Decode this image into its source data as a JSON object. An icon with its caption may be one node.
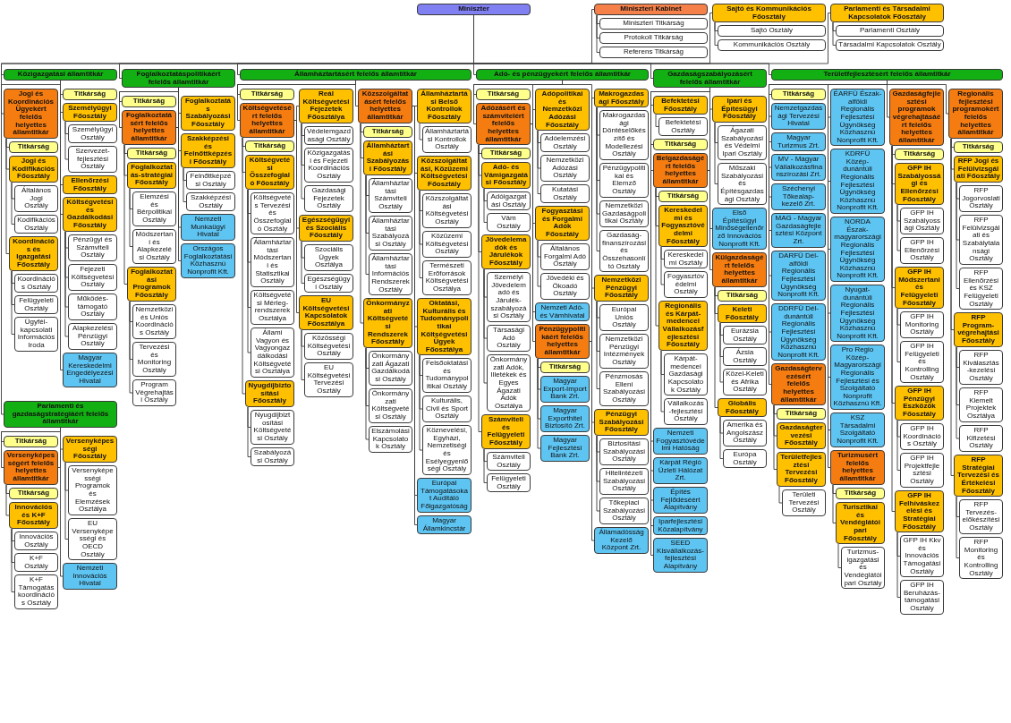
{
  "diagram": {
    "nodes": [
      {
        "text": [
          "Miniszter"
        ]
      },
      {
        "text": [
          "Miniszteri Kabinet"
        ]
      },
      {
        "text": [
          "Miniszteri Titkárság"
        ]
      },
      {
        "text": [
          "Protokoll Titkárság"
        ]
      },
      {
        "text": [
          "Referens Titkárság"
        ]
      },
      {
        "text": [
          "Sajtó és Kommunikációs Főosztály"
        ]
      },
      {
        "text": [
          "Sajtó Osztály"
        ]
      },
      {
        "text": [
          "Kommunikációs Osztály"
        ]
      },
      {
        "text": [
          "Parlamenti és Társadalmi Kapcsolatok Főosztály"
        ]
      },
      {
        "text": [
          "Parlamenti Osztály"
        ]
      },
      {
        "text": [
          "Társadalmi Kapcsolatok Osztály"
        ]
      },
      {
        "text": [
          "Közigazgatási államtitkár"
        ]
      },
      {
        "text": [
          "Titkárság"
        ]
      },
      {
        "text": [
          "Jogi és Koordinációs Ügyekért felelős helyettes államtitkár"
        ]
      },
      {
        "text": [
          "Titkárság"
        ]
      },
      {
        "text": [
          "Jogi és Kodifikációs Főosztály"
        ]
      },
      {
        "text": [
          "Általános Jogi Osztály"
        ]
      },
      {
        "text": [
          "Kodifikációs Osztály"
        ]
      },
      {
        "text": [
          "Koordinációs és Igazgatási Főosztály"
        ]
      },
      {
        "text": [
          "Koordinációs Osztály"
        ]
      },
      {
        "text": [
          "Felügyeleti Osztály"
        ]
      },
      {
        "text": [
          "Ügyfél-kapcsolati Információs Iroda"
        ]
      },
      {
        "text": [
          "Személyügyi Főosztály"
        ]
      },
      {
        "text": [
          "Személyügyi Osztály"
        ]
      },
      {
        "text": [
          "Szervezet-fejlesztési Osztály"
        ]
      },
      {
        "text": [
          "Ellenőrzési Főosztály"
        ]
      },
      {
        "text": [
          "Költségvetési és Gazdálkodási Főosztály"
        ]
      },
      {
        "text": [
          "Pénzügyi és Számviteli Osztály"
        ]
      },
      {
        "text": [
          "Fejezeti Költségvetési Osztály"
        ]
      },
      {
        "text": [
          "Működés-támogató Osztály"
        ]
      },
      {
        "text": [
          "Alapkezelési Pénzügyi Osztály"
        ]
      },
      {
        "text": [
          "Magyar Kereskedelmi Engedélyezési Hivatal"
        ]
      },
      {
        "text": [
          "Parlamenti és gazdaságstratégiáért felelős államtitkár"
        ]
      },
      {
        "text": [
          "Titkárság"
        ]
      },
      {
        "text": [
          "Versenyképességért felelős helyettes államtitkár"
        ]
      },
      {
        "text": [
          "Titkárság"
        ]
      },
      {
        "text": [
          "Innovációs és K+F Főosztály"
        ]
      },
      {
        "text": [
          "Innovációs Osztály"
        ]
      },
      {
        "text": [
          "K+F Osztály"
        ]
      },
      {
        "text": [
          "K+F Támogatáskoordinációs Osztály"
        ]
      },
      {
        "text": [
          "Versenyképességi Főosztály"
        ]
      },
      {
        "text": [
          "Versenyképességi Programok és Elemzések Osztálya"
        ]
      },
      {
        "text": [
          "EU Versenyképességi és OECD Osztály"
        ]
      },
      {
        "text": [
          "Nemzeti Innovációs Hivatal"
        ]
      },
      {
        "text": [
          "Foglalkoztatáspolitikáért felelős államtitkár"
        ]
      },
      {
        "text": [
          "Titkárság"
        ]
      },
      {
        "text": [
          "Foglalkoztatásért felelős helyettes államtitkár"
        ]
      },
      {
        "text": [
          "Titkárság"
        ]
      },
      {
        "text": [
          "Foglalkoztatás-stratégiai Főosztály"
        ]
      },
      {
        "text": [
          "Elemzési és Bérpolitikai Osztály"
        ]
      },
      {
        "text": [
          "Módszertani és Alapkezelési Osztály"
        ]
      },
      {
        "text": [
          "Foglalkoztatási Programok Főosztály"
        ]
      },
      {
        "text": [
          "Nemzetközi és Uniós Koordinációs Osztály"
        ]
      },
      {
        "text": [
          "Tervezési és Monitoring Osztály"
        ]
      },
      {
        "text": [
          "Program Végrehajtási Osztály"
        ]
      },
      {
        "text": [
          "Foglalkoztatás Szabályozási Főosztály"
        ]
      },
      {
        "text": [
          "Szakképzési és Felnőttképzési Főosztály"
        ]
      },
      {
        "text": [
          "Felnőttképzési Osztály"
        ]
      },
      {
        "text": [
          "Szakképzési Osztály"
        ]
      },
      {
        "text": [
          "Nemzeti Munkaügyi Hivatal"
        ]
      },
      {
        "text": [
          "Országos Foglalkoztatási Közhasznú Nonprofit Kft."
        ]
      },
      {
        "text": [
          "Államháztartásért felelős államtitkár"
        ]
      },
      {
        "text": [
          "Titkárság"
        ]
      },
      {
        "text": [
          "Költségvetésért felelős helyettes államtitkár"
        ]
      },
      {
        "text": [
          "Titkárság"
        ]
      },
      {
        "text": [
          "Költségvetési Összefoglaló Főosztály"
        ]
      },
      {
        "text": [
          "Költségvetés Tervezési és Összefoglaló Osztály"
        ]
      },
      {
        "text": [
          "Államháztartási Módszertani és Statisztikai Osztály"
        ]
      },
      {
        "text": [
          "Költségvetési Mérleg-rendszerek Osztálya"
        ]
      },
      {
        "text": [
          "Állami Vagyon és Vagyongazdálkodási Költségvetési Osztálya"
        ]
      },
      {
        "text": [
          "Nyugdíjbiztosítási Főosztály"
        ]
      },
      {
        "text": [
          "Nyugdíjbiztosítási Költségvetési Osztály"
        ]
      },
      {
        "text": [
          "Szabályozási Osztály"
        ]
      },
      {
        "text": [
          "Reál Költségvetési Fejezetek Főosztálya"
        ]
      },
      {
        "text": [
          "Védelemgazdasági Osztály"
        ]
      },
      {
        "text": [
          "Közigazgatási és Fejezeti Koordinációs Osztály"
        ]
      },
      {
        "text": [
          "Gazdasági Fejezetek Osztály"
        ]
      },
      {
        "text": [
          "Egészségügyi és Szociális Főosztály"
        ]
      },
      {
        "text": [
          "Szociális Ügyek Osztálya"
        ]
      },
      {
        "text": [
          "Egészségügyi Osztály"
        ]
      },
      {
        "text": [
          "EU Költségvetési Kapcsolatok Főosztálya"
        ]
      },
      {
        "text": [
          "Közösségi Költségvetési Osztály"
        ]
      },
      {
        "text": [
          "EU Költségvetési Tervezési Osztály"
        ]
      },
      {
        "text": [
          "Közszolgáltatásért felelős helyettes államtitkár"
        ]
      },
      {
        "text": [
          "Titkárság"
        ]
      },
      {
        "text": [
          "Államháztartási Szabályozási Főosztály"
        ]
      },
      {
        "text": [
          "Államháztartási Számviteli Osztály"
        ]
      },
      {
        "text": [
          "Államháztartási Szabályozási Osztály"
        ]
      },
      {
        "text": [
          "Államháztartási Információs Rendszerek Osztály"
        ]
      },
      {
        "text": [
          "Önkormányzati Költségvetési Rendszerek Főosztály"
        ]
      },
      {
        "text": [
          "Önkormányzati Ágazati Gazdálkodási Osztály"
        ]
      },
      {
        "text": [
          "Önkormányzati Költségvetési Osztály"
        ]
      },
      {
        "text": [
          "Elszámolási Kapcsolatok Osztály"
        ]
      },
      {
        "text": [
          "Államháztartási Belső Kontrollok Főosztály"
        ]
      },
      {
        "text": [
          "Államháztartási Kontrollok Osztály"
        ]
      },
      {
        "text": [
          "Közszolgáltatási, Közüzemi Költségvetési Főosztály"
        ]
      },
      {
        "text": [
          "Közszolgáltatási Költségvetési Osztály"
        ]
      },
      {
        "text": [
          "Közüzemi Költségvetési Osztály"
        ]
      },
      {
        "text": [
          "Természeti Erőforrások Költségvetési Osztálya"
        ]
      },
      {
        "text": [
          "Oktatási, Kulturális és Tudománypolitikai Költségvetési Ügyek Főosztálya"
        ]
      },
      {
        "text": [
          "Felsőoktatási és Tudománypolitikai Osztály"
        ]
      },
      {
        "text": [
          "Kulturális, Civil és Sport Osztály"
        ]
      },
      {
        "text": [
          "Köznevelési, Egyházi, Nemzetiségi és Esélyegyenlőségi Osztály"
        ]
      },
      {
        "text": [
          "Európai Támogatásokat Auditáló Főigazgatóság"
        ]
      },
      {
        "text": [
          "Magyar Államkincstár"
        ]
      },
      {
        "text": [
          "Adó- és pénzügyekért felelős államtitkár"
        ]
      },
      {
        "text": [
          "Titkárság"
        ]
      },
      {
        "text": [
          "Adózásért és számvitelért felelős helyettes államtitkár"
        ]
      },
      {
        "text": [
          "Titkárság"
        ]
      },
      {
        "text": [
          "Adó- és Vámigazgatási Főosztály"
        ]
      },
      {
        "text": [
          "Adóigazgatási Osztály"
        ]
      },
      {
        "text": [
          "Vám Osztály"
        ]
      },
      {
        "text": [
          "Jövedelemadók és Járulékok Főosztály"
        ]
      },
      {
        "text": [
          "Személyi Jövedelemadó és Járulék-szabályozási Osztály"
        ]
      },
      {
        "text": [
          "Társasági Adó Osztály"
        ]
      },
      {
        "text": [
          "Önkormányzati Adók, Illetékek és Egyes Ágazati Adók Osztálya"
        ]
      },
      {
        "text": [
          "Számviteli és Felügyeleti Főosztály"
        ]
      },
      {
        "text": [
          "Számviteli Osztály"
        ]
      },
      {
        "text": [
          "Felügyeleti Osztály"
        ]
      },
      {
        "text": [
          "Adópolitikai és Nemzetközi Adózási Főosztály"
        ]
      },
      {
        "text": [
          "Adóelemzési Osztály"
        ]
      },
      {
        "text": [
          "Nemzetközi Adózási Osztály"
        ]
      },
      {
        "text": [
          "Kutatási Osztály"
        ]
      },
      {
        "text": [
          "Fogyasztási és Forgalmi Adók Főosztály"
        ]
      },
      {
        "text": [
          "Általános Forgalmi Adó Osztály"
        ]
      },
      {
        "text": [
          "Jövedéki és Ökoadó Osztály"
        ]
      },
      {
        "text": [
          "Nemzeti Adó- és Vámhivatal"
        ]
      },
      {
        "text": [
          "Pénzügypolitikáért felelős helyettes államtitkár"
        ]
      },
      {
        "text": [
          "Titkárság"
        ]
      },
      {
        "text": [
          "Makrogazdasági Főosztály"
        ]
      },
      {
        "text": [
          "Makrogazdasági Döntéselőkészítő és Modellezési Osztály"
        ]
      },
      {
        "text": [
          "Pénzügypolitikai és Elemző Osztály"
        ]
      },
      {
        "text": [
          "Nemzetközi Gazdaságpolitikai Osztály"
        ]
      },
      {
        "text": [
          "Gazdaság-finanszírozási és Összehasonlító Osztály"
        ]
      },
      {
        "text": [
          "Nemzetközi Pénzügyi Főosztály"
        ]
      },
      {
        "text": [
          "Európai Uniós Osztály"
        ]
      },
      {
        "text": [
          "Nemzetközi Pénzügyi Intézmények Osztály"
        ]
      },
      {
        "text": [
          "Pénzmosás Elleni Szabályozási Osztály"
        ]
      },
      {
        "text": [
          "Pénzügyi Szabályozási Főosztály"
        ]
      },
      {
        "text": [
          "Biztosítási Szabályozási Osztály"
        ]
      },
      {
        "text": [
          "Hitelintézeti Szabályozási Osztály"
        ]
      },
      {
        "text": [
          "Tőkepiaci Szabályozási Osztály"
        ]
      },
      {
        "text": [
          "Magyar Export-Import Bank Zrt."
        ]
      },
      {
        "text": [
          "Magyar Exporthitel Biztosító Zrt."
        ]
      },
      {
        "text": [
          "Magyar Fejlesztési Bank Zrt."
        ]
      },
      {
        "text": [
          "Államadósság Kezelő Központ Zrt."
        ]
      },
      {
        "text": [
          "Gazdaságszabályozásért felelős államtitkár"
        ]
      },
      {
        "text": [
          "Befektetési Főosztály"
        ]
      },
      {
        "text": [
          "Befektetési Osztály"
        ]
      },
      {
        "text": [
          "Titkárság"
        ]
      },
      {
        "text": [
          "Belgazdaságért felelős helyettes államtitkár"
        ]
      },
      {
        "text": [
          "Titkárság"
        ]
      },
      {
        "text": [
          "Kereskedelmi és Fogyasztóvédelmi Főosztály"
        ]
      },
      {
        "text": [
          "Kereskedelmi Osztály"
        ]
      },
      {
        "text": [
          "Fogyasztóvédelmi Osztály"
        ]
      },
      {
        "text": [
          "Regionális és Kárpát-medencei Vállalkozásfejlesztési Főosztály"
        ]
      },
      {
        "text": [
          "Kárpát-medencei Gazdasági Kapcsolatok Osztály"
        ]
      },
      {
        "text": [
          "Vállalkozás-fejlesztési Osztály"
        ]
      },
      {
        "text": [
          "Ipari és Építésügyi Főosztály"
        ]
      },
      {
        "text": [
          "Ágazati Szabályozási és Védelmi Ipari Osztály"
        ]
      },
      {
        "text": [
          "Műszaki Szabályozási és Építésgazdasági Osztály"
        ]
      },
      {
        "text": [
          "Első Építésügyi Minőségellenőrző Innovációs Nonprofit Kft."
        ]
      },
      {
        "text": [
          "Külgazdaságért felelős helyettes államtitkár"
        ]
      },
      {
        "text": [
          "Titkárság"
        ]
      },
      {
        "text": [
          "Keleti Főosztály"
        ]
      },
      {
        "text": [
          "Eurázsia Osztály"
        ]
      },
      {
        "text": [
          "Ázsia Osztály"
        ]
      },
      {
        "text": [
          "Közel-Keleti és Afrika Osztály"
        ]
      },
      {
        "text": [
          "Globális Főosztály"
        ]
      },
      {
        "text": [
          "Amerika és Angolszász Osztály"
        ]
      },
      {
        "text": [
          "Európa Osztály"
        ]
      },
      {
        "text": [
          "Nemzeti Fogyasztóvédelmi Hatóság"
        ]
      },
      {
        "text": [
          "Kárpát Régió Üzleti Hálózat Zrt."
        ]
      },
      {
        "text": [
          "Építés Fejlődéséért Alapítvány"
        ]
      },
      {
        "text": [
          "Iparfejlesztési Közalapítvány"
        ]
      },
      {
        "text": [
          "SEED Kisvállalkozás-fejlesztési Alapítvány"
        ]
      },
      {
        "text": [
          "Területfejlesztésért felelős államtitkár"
        ]
      },
      {
        "text": [
          "Titkárság"
        ]
      },
      {
        "text": [
          "Gazdaságtervezésért felelős helyettes államtitkár"
        ]
      },
      {
        "text": [
          "Titkárság"
        ]
      },
      {
        "text": [
          "Gazdaságtervezési Főosztály"
        ]
      },
      {
        "text": [
          "Területfejlesztési Tervezési Főosztály"
        ]
      },
      {
        "text": [
          "Területi Tervezési Osztály"
        ]
      },
      {
        "text": [
          "Turizmusért felelős helyettes államtitkár"
        ]
      },
      {
        "text": [
          "Titkárság"
        ]
      },
      {
        "text": [
          "Turisztikai és Vendéglátóipari Főosztály"
        ]
      },
      {
        "text": [
          "Turizmus-igazgatási és Vendéglátóipari Osztály"
        ]
      },
      {
        "text": [
          "Gazdaságfejlesztési programok végrehajtásáért felelős helyettes államtitkár"
        ]
      },
      {
        "text": [
          "Titkárság"
        ]
      },
      {
        "text": [
          "GFP IH Szabályossági és Ellenőrzési Főosztály"
        ]
      },
      {
        "text": [
          "GFP IH Szabályossági Osztály"
        ]
      },
      {
        "text": [
          "GFP IH Ellenőrzési Osztály"
        ]
      },
      {
        "text": [
          "GFP IH Módszertani és Felügyeleti Főosztály"
        ]
      },
      {
        "text": [
          "GFP IH Monitoring Osztály"
        ]
      },
      {
        "text": [
          "GFP IH Felügyeleti és Kontrolling Osztály"
        ]
      },
      {
        "text": [
          "GFP IH Pénzügyi Eszközök Főosztály"
        ]
      },
      {
        "text": [
          "GFP IH Koordinációs Osztály"
        ]
      },
      {
        "text": [
          "GFP IH Projektfejlesztési Osztály"
        ]
      },
      {
        "text": [
          "GFP IH Felhíváskezelési és Stratégiai Főosztály"
        ]
      },
      {
        "text": [
          "GFP IH Kkv és Innovációs Támogatási Osztály"
        ]
      },
      {
        "text": [
          "GFP IH Beruházás-támogatási Osztály"
        ]
      },
      {
        "text": [
          "Regionális fejlesztési programokért felelős helyettes államtitkár"
        ]
      },
      {
        "text": [
          "Titkárság"
        ]
      },
      {
        "text": [
          "RFP Jogi és Felülvizsgálati Főosztály"
        ]
      },
      {
        "text": [
          "RFP Jogorvoslati Osztály"
        ]
      },
      {
        "text": [
          "RFP Felülvizsgálati és Szabálytalansági Osztály"
        ]
      },
      {
        "text": [
          "RFP Ellenőrzési és KSZ Felügyeleti Osztály"
        ]
      },
      {
        "text": [
          "RFP Program-végrehajtási Főosztály"
        ]
      },
      {
        "text": [
          "RFP Kiválasztás-kezelési Osztály"
        ]
      },
      {
        "text": [
          "RFP Kiemelt Projektek Osztálya"
        ]
      },
      {
        "text": [
          "RFP Kifizetési Osztály"
        ]
      },
      {
        "text": [
          "RFP Stratégiai Tervezési és Értékelési Főosztály"
        ]
      },
      {
        "text": [
          "RFP Tervezés-előkészítési Osztály"
        ]
      },
      {
        "text": [
          "RFP Monitoring és Kontrolling Osztály"
        ]
      },
      {
        "text": [
          "Nemzetgazdasági Tervezési Hivatal"
        ]
      },
      {
        "text": [
          "Magyar Turizmus Zrt."
        ]
      },
      {
        "text": [
          "MV - Magyar Vállalkozásfinanszírozási Zrt."
        ]
      },
      {
        "text": [
          "Széchenyi Tőkealap-kezelő Zrt."
        ]
      },
      {
        "text": [
          "MAG - Magyar Gazdaságfejlesztési Központ Zrt."
        ]
      },
      {
        "text": [
          "DARFÜ Dél-alföldi Regionális Fejlesztési Ügynökség Nonprofit Kft."
        ]
      },
      {
        "text": [
          "DDRFÜ Dél-dunántúli Regionális Fejlesztési Ügynökség Közhasznú Nonprofit Kft."
        ]
      },
      {
        "text": [
          "ÉARFÜ Észak-alföldi Regionális Fejlesztési Ügynökség Közhasznú Nonprofit Kft."
        ]
      },
      {
        "text": [
          "KDRFÜ Közép-dunántúli Regionális Fejlesztési Ügynökség Közhasznú Nonprofit Kft."
        ]
      },
      {
        "text": [
          "NORDA Észak-magyarországi Regionális Fejlesztési Ügynökség Közhasznú Nonprofit Kft."
        ]
      },
      {
        "text": [
          "Nyugat-dunántúli Regionális Fejlesztési Ügynökség Közhasznú Nonprofit Kft."
        ]
      },
      {
        "text": [
          "Pro Regio Közép-Magyarországi Regionális Fejlesztési és Szolgáltató Nonprofit Közhasznú Kft."
        ]
      },
      {
        "text": [
          "KSZ Társadalmi Szolgáltató Nonprofit Kft."
        ]
      }
    ],
    "edges": [
      {
        "from": 0,
        "to": 1,
        "arrow": "none"
      },
      {
        "from": 1,
        "to": 2,
        "arrow": "none"
      },
      {
        "from": 1,
        "to": 3,
        "arrow": "none"
      },
      {
        "from": 1,
        "to": 4,
        "arrow": "none"
      },
      {
        "from": 0,
        "to": 5,
        "arrow": "none"
      },
      {
        "from": 5,
        "to": 6,
        "arrow": "none"
      },
      {
        "from": 5,
        "to": 7,
        "arrow": "none"
      },
      {
        "from": 0,
        "to": 8,
        "arrow": "none"
      },
      {
        "from": 8,
        "to": 9,
        "arrow": "none"
      },
      {
        "from": 8,
        "to": 10,
        "arrow": "none"
      },
      {
        "from": 0,
        "to": 11,
        "arrow": "none"
      },
      {
        "from": 11,
        "to": 12,
        "arrow": "none"
      },
      {
        "from": 11,
        "to": 13,
        "arrow": "none"
      },
      {
        "from": 13,
        "to": 14,
        "arrow": "none"
      },
      {
        "from": 13,
        "to": 15,
        "arrow": "none"
      },
      {
        "from": 15,
        "to": 16,
        "arrow": "none"
      },
      {
        "from": 15,
        "to": 17,
        "arrow": "none"
      },
      {
        "from": 13,
        "to": 18,
        "arrow": "none"
      },
      {
        "from": 18,
        "to": 19,
        "arrow": "none"
      },
      {
        "from": 18,
        "to": 20,
        "arrow": "none"
      },
      {
        "from": 18,
        "to": 21,
        "arrow": "none"
      },
      {
        "from": 11,
        "to": 22,
        "arrow": "none"
      },
      {
        "from": 22,
        "to": 23,
        "arrow": "none"
      },
      {
        "from": 22,
        "to": 24,
        "arrow": "none"
      },
      {
        "from": 11,
        "to": 25,
        "arrow": "none"
      },
      {
        "from": 11,
        "to": 26,
        "arrow": "none"
      },
      {
        "from": 26,
        "to": 27,
        "arrow": "none"
      },
      {
        "from": 26,
        "to": 28,
        "arrow": "none"
      },
      {
        "from": 26,
        "to": 29,
        "arrow": "none"
      },
      {
        "from": 26,
        "to": 30,
        "arrow": "none"
      },
      {
        "from": 11,
        "to": 31,
        "arrow": "none"
      },
      {
        "from": 0,
        "to": 32,
        "arrow": "none"
      },
      {
        "from": 32,
        "to": 33,
        "arrow": "none"
      },
      {
        "from": 32,
        "to": 34,
        "arrow": "none"
      },
      {
        "from": 34,
        "to": 35,
        "arrow": "none"
      },
      {
        "from": 34,
        "to": 36,
        "arrow": "none"
      },
      {
        "from": 36,
        "to": 37,
        "arrow": "none"
      },
      {
        "from": 36,
        "to": 38,
        "arrow": "none"
      },
      {
        "from": 36,
        "to": 39,
        "arrow": "none"
      },
      {
        "from": 34,
        "to": 40,
        "arrow": "none"
      },
      {
        "from": 40,
        "to": 41,
        "arrow": "none"
      },
      {
        "from": 40,
        "to": 42,
        "arrow": "none"
      },
      {
        "from": 32,
        "to": 43,
        "arrow": "none"
      },
      {
        "from": 0,
        "to": 44,
        "arrow": "none"
      },
      {
        "from": 44,
        "to": 45,
        "arrow": "none"
      },
      {
        "from": 44,
        "to": 46,
        "arrow": "none"
      },
      {
        "from": 46,
        "to": 47,
        "arrow": "none"
      },
      {
        "from": 46,
        "to": 48,
        "arrow": "none"
      },
      {
        "from": 48,
        "to": 49,
        "arrow": "none"
      },
      {
        "from": 48,
        "to": 50,
        "arrow": "none"
      },
      {
        "from": 46,
        "to": 51,
        "arrow": "none"
      },
      {
        "from": 51,
        "to": 52,
        "arrow": "none"
      },
      {
        "from": 51,
        "to": 53,
        "arrow": "none"
      },
      {
        "from": 51,
        "to": 54,
        "arrow": "none"
      },
      {
        "from": 46,
        "to": 55,
        "arrow": "none"
      },
      {
        "from": 46,
        "to": 56,
        "arrow": "none"
      },
      {
        "from": 56,
        "to": 57,
        "arrow": "none"
      },
      {
        "from": 56,
        "to": 58,
        "arrow": "none"
      },
      {
        "from": 44,
        "to": 59,
        "arrow": "none"
      },
      {
        "from": 44,
        "to": 60,
        "arrow": "none"
      },
      {
        "from": 0,
        "to": 61,
        "arrow": "none"
      },
      {
        "from": 61,
        "to": 62,
        "arrow": "none"
      },
      {
        "from": 61,
        "to": 63,
        "arrow": "none"
      },
      {
        "from": 63,
        "to": 64,
        "arrow": "none"
      },
      {
        "from": 63,
        "to": 65,
        "arrow": "none"
      },
      {
        "from": 65,
        "to": 66,
        "arrow": "none"
      },
      {
        "from": 65,
        "to": 67,
        "arrow": "none"
      },
      {
        "from": 65,
        "to": 68,
        "arrow": "none"
      },
      {
        "from": 65,
        "to": 69,
        "arrow": "none"
      },
      {
        "from": 63,
        "to": 70,
        "arrow": "none"
      },
      {
        "from": 70,
        "to": 71,
        "arrow": "none"
      },
      {
        "from": 70,
        "to": 72,
        "arrow": "none"
      },
      {
        "from": 63,
        "to": 73,
        "arrow": "none"
      },
      {
        "from": 73,
        "to": 74,
        "arrow": "none"
      },
      {
        "from": 73,
        "to": 75,
        "arrow": "none"
      },
      {
        "from": 73,
        "to": 76,
        "arrow": "none"
      },
      {
        "from": 63,
        "to": 77,
        "arrow": "none"
      },
      {
        "from": 77,
        "to": 78,
        "arrow": "none"
      },
      {
        "from": 77,
        "to": 79,
        "arrow": "none"
      },
      {
        "from": 63,
        "to": 80,
        "arrow": "none"
      },
      {
        "from": 80,
        "to": 81,
        "arrow": "none"
      },
      {
        "from": 80,
        "to": 82,
        "arrow": "none"
      },
      {
        "from": 61,
        "to": 83,
        "arrow": "none"
      },
      {
        "from": 83,
        "to": 84,
        "arrow": "none"
      },
      {
        "from": 83,
        "to": 85,
        "arrow": "none"
      },
      {
        "from": 85,
        "to": 86,
        "arrow": "none"
      },
      {
        "from": 85,
        "to": 87,
        "arrow": "none"
      },
      {
        "from": 85,
        "to": 88,
        "arrow": "none"
      },
      {
        "from": 83,
        "to": 89,
        "arrow": "none"
      },
      {
        "from": 89,
        "to": 90,
        "arrow": "none"
      },
      {
        "from": 89,
        "to": 91,
        "arrow": "none"
      },
      {
        "from": 89,
        "to": 92,
        "arrow": "none"
      },
      {
        "from": 83,
        "to": 93,
        "arrow": "none"
      },
      {
        "from": 93,
        "to": 94,
        "arrow": "none"
      },
      {
        "from": 83,
        "to": 95,
        "arrow": "none"
      },
      {
        "from": 95,
        "to": 96,
        "arrow": "none"
      },
      {
        "from": 95,
        "to": 97,
        "arrow": "none"
      },
      {
        "from": 95,
        "to": 98,
        "arrow": "none"
      },
      {
        "from": 83,
        "to": 99,
        "arrow": "none"
      },
      {
        "from": 99,
        "to": 100,
        "arrow": "none"
      },
      {
        "from": 99,
        "to": 101,
        "arrow": "none"
      },
      {
        "from": 99,
        "to": 102,
        "arrow": "none"
      },
      {
        "from": 83,
        "to": 103,
        "arrow": "none"
      },
      {
        "from": 83,
        "to": 104,
        "arrow": "none"
      },
      {
        "from": 0,
        "to": 105,
        "arrow": "none"
      },
      {
        "from": 105,
        "to": 106,
        "arrow": "none"
      },
      {
        "from": 105,
        "to": 107,
        "arrow": "none"
      },
      {
        "from": 107,
        "to": 108,
        "arrow": "none"
      },
      {
        "from": 107,
        "to": 109,
        "arrow": "none"
      },
      {
        "from": 109,
        "to": 110,
        "arrow": "none"
      },
      {
        "from": 109,
        "to": 111,
        "arrow": "none"
      },
      {
        "from": 107,
        "to": 112,
        "arrow": "none"
      },
      {
        "from": 112,
        "to": 113,
        "arrow": "none"
      },
      {
        "from": 112,
        "to": 114,
        "arrow": "none"
      },
      {
        "from": 112,
        "to": 115,
        "arrow": "none"
      },
      {
        "from": 107,
        "to": 116,
        "arrow": "none"
      },
      {
        "from": 116,
        "to": 117,
        "arrow": "none"
      },
      {
        "from": 116,
        "to": 118,
        "arrow": "none"
      },
      {
        "from": 107,
        "to": 119,
        "arrow": "none"
      },
      {
        "from": 119,
        "to": 120,
        "arrow": "none"
      },
      {
        "from": 119,
        "to": 121,
        "arrow": "none"
      },
      {
        "from": 119,
        "to": 122,
        "arrow": "none"
      },
      {
        "from": 107,
        "to": 123,
        "arrow": "none"
      },
      {
        "from": 123,
        "to": 124,
        "arrow": "none"
      },
      {
        "from": 123,
        "to": 125,
        "arrow": "none"
      },
      {
        "from": 107,
        "to": 126,
        "arrow": "none"
      },
      {
        "from": 105,
        "to": 127,
        "arrow": "none"
      },
      {
        "from": 127,
        "to": 128,
        "arrow": "none"
      },
      {
        "from": 127,
        "to": 129,
        "arrow": "none"
      },
      {
        "from": 129,
        "to": 130,
        "arrow": "none"
      },
      {
        "from": 129,
        "to": 131,
        "arrow": "none"
      },
      {
        "from": 129,
        "to": 132,
        "arrow": "none"
      },
      {
        "from": 129,
        "to": 133,
        "arrow": "none"
      },
      {
        "from": 127,
        "to": 134,
        "arrow": "none"
      },
      {
        "from": 134,
        "to": 135,
        "arrow": "none"
      },
      {
        "from": 134,
        "to": 136,
        "arrow": "none"
      },
      {
        "from": 134,
        "to": 137,
        "arrow": "none"
      },
      {
        "from": 127,
        "to": 138,
        "arrow": "none"
      },
      {
        "from": 138,
        "to": 139,
        "arrow": "none"
      },
      {
        "from": 138,
        "to": 140,
        "arrow": "none"
      },
      {
        "from": 138,
        "to": 141,
        "arrow": "none"
      },
      {
        "from": 127,
        "to": 142,
        "arrow": "none"
      },
      {
        "from": 127,
        "to": 143,
        "arrow": "none"
      },
      {
        "from": 127,
        "to": 144,
        "arrow": "none"
      },
      {
        "from": 105,
        "to": 145,
        "arrow": "none"
      },
      {
        "from": 0,
        "to": 146,
        "arrow": "none"
      },
      {
        "from": 146,
        "to": 147,
        "arrow": "none"
      },
      {
        "from": 147,
        "to": 148,
        "arrow": "none"
      },
      {
        "from": 146,
        "to": 149,
        "arrow": "none"
      },
      {
        "from": 146,
        "to": 150,
        "arrow": "none"
      },
      {
        "from": 150,
        "to": 151,
        "arrow": "none"
      },
      {
        "from": 150,
        "to": 152,
        "arrow": "none"
      },
      {
        "from": 152,
        "to": 153,
        "arrow": "none"
      },
      {
        "from": 152,
        "to": 154,
        "arrow": "none"
      },
      {
        "from": 150,
        "to": 155,
        "arrow": "none"
      },
      {
        "from": 155,
        "to": 156,
        "arrow": "none"
      },
      {
        "from": 155,
        "to": 157,
        "arrow": "none"
      },
      {
        "from": 150,
        "to": 158,
        "arrow": "none"
      },
      {
        "from": 158,
        "to": 159,
        "arrow": "none"
      },
      {
        "from": 158,
        "to": 160,
        "arrow": "none"
      },
      {
        "from": 150,
        "to": 161,
        "arrow": "none"
      },
      {
        "from": 146,
        "to": 162,
        "arrow": "none"
      },
      {
        "from": 162,
        "to": 163,
        "arrow": "none"
      },
      {
        "from": 162,
        "to": 164,
        "arrow": "none"
      },
      {
        "from": 164,
        "to": 165,
        "arrow": "none"
      },
      {
        "from": 164,
        "to": 166,
        "arrow": "none"
      },
      {
        "from": 164,
        "to": 167,
        "arrow": "none"
      },
      {
        "from": 162,
        "to": 168,
        "arrow": "none"
      },
      {
        "from": 168,
        "to": 169,
        "arrow": "none"
      },
      {
        "from": 168,
        "to": 170,
        "arrow": "none"
      },
      {
        "from": 146,
        "to": 171,
        "arrow": "none"
      },
      {
        "from": 146,
        "to": 172,
        "arrow": "none"
      },
      {
        "from": 146,
        "to": 173,
        "arrow": "none"
      },
      {
        "from": 146,
        "to": 174,
        "arrow": "none"
      },
      {
        "from": 146,
        "to": 175,
        "arrow": "none"
      },
      {
        "from": 0,
        "to": 176,
        "arrow": "none"
      },
      {
        "from": 176,
        "to": 177,
        "arrow": "none"
      },
      {
        "from": 176,
        "to": 178,
        "arrow": "none"
      },
      {
        "from": 178,
        "to": 179,
        "arrow": "none"
      },
      {
        "from": 178,
        "to": 180,
        "arrow": "none"
      },
      {
        "from": 178,
        "to": 181,
        "arrow": "none"
      },
      {
        "from": 181,
        "to": 182,
        "arrow": "none"
      },
      {
        "from": 176,
        "to": 183,
        "arrow": "none"
      },
      {
        "from": 183,
        "to": 184,
        "arrow": "none"
      },
      {
        "from": 183,
        "to": 185,
        "arrow": "none"
      },
      {
        "from": 185,
        "to": 186,
        "arrow": "none"
      },
      {
        "from": 176,
        "to": 187,
        "arrow": "none"
      },
      {
        "from": 187,
        "to": 188,
        "arrow": "none"
      },
      {
        "from": 187,
        "to": 189,
        "arrow": "none"
      },
      {
        "from": 189,
        "to": 190,
        "arrow": "none"
      },
      {
        "from": 189,
        "to": 191,
        "arrow": "none"
      },
      {
        "from": 187,
        "to": 192,
        "arrow": "none"
      },
      {
        "from": 192,
        "to": 193,
        "arrow": "none"
      },
      {
        "from": 192,
        "to": 194,
        "arrow": "none"
      },
      {
        "from": 187,
        "to": 195,
        "arrow": "none"
      },
      {
        "from": 195,
        "to": 196,
        "arrow": "none"
      },
      {
        "from": 195,
        "to": 197,
        "arrow": "none"
      },
      {
        "from": 187,
        "to": 198,
        "arrow": "none"
      },
      {
        "from": 198,
        "to": 199,
        "arrow": "none"
      },
      {
        "from": 198,
        "to": 200,
        "arrow": "none"
      },
      {
        "from": 176,
        "to": 201,
        "arrow": "none"
      },
      {
        "from": 201,
        "to": 202,
        "arrow": "none"
      },
      {
        "from": 201,
        "to": 203,
        "arrow": "none"
      },
      {
        "from": 203,
        "to": 204,
        "arrow": "none"
      },
      {
        "from": 203,
        "to": 205,
        "arrow": "none"
      },
      {
        "from": 203,
        "to": 206,
        "arrow": "none"
      },
      {
        "from": 201,
        "to": 207,
        "arrow": "none"
      },
      {
        "from": 207,
        "to": 208,
        "arrow": "none"
      },
      {
        "from": 207,
        "to": 209,
        "arrow": "none"
      },
      {
        "from": 207,
        "to": 210,
        "arrow": "none"
      },
      {
        "from": 201,
        "to": 211,
        "arrow": "none"
      },
      {
        "from": 211,
        "to": 212,
        "arrow": "none"
      },
      {
        "from": 211,
        "to": 213,
        "arrow": "none"
      },
      {
        "from": 176,
        "to": 214,
        "arrow": "none"
      },
      {
        "from": 176,
        "to": 215,
        "arrow": "none"
      },
      {
        "from": 176,
        "to": 216,
        "arrow": "none"
      },
      {
        "from": 176,
        "to": 217,
        "arrow": "none"
      },
      {
        "from": 176,
        "to": 218,
        "arrow": "none"
      },
      {
        "from": 176,
        "to": 219,
        "arrow": "none"
      },
      {
        "from": 176,
        "to": 220,
        "arrow": "none"
      },
      {
        "from": 176,
        "to": 221,
        "arrow": "none"
      },
      {
        "from": 176,
        "to": 222,
        "arrow": "none"
      },
      {
        "from": 176,
        "to": 223,
        "arrow": "none"
      },
      {
        "from": 176,
        "to": 224,
        "arrow": "none"
      },
      {
        "from": 176,
        "to": 225,
        "arrow": "none"
      },
      {
        "from": 176,
        "to": 226,
        "arrow": "none"
      }
    ]
  }
}
